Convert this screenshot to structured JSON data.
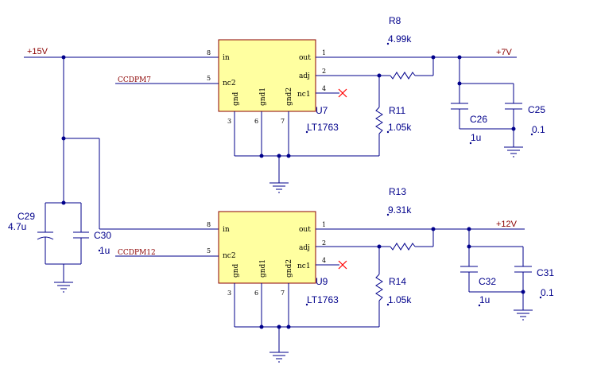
{
  "nets": {
    "v15": "+15V",
    "v7": "+7V",
    "v12": "+12V",
    "ccdpm7": "CCDPM7",
    "ccdpm12": "CCDPM12"
  },
  "regulators": [
    {
      "ref": "U7",
      "part": "LT1763",
      "pins": {
        "in": "in",
        "nc2": "nc2",
        "gnd": "gnd",
        "gnd1": "gnd1",
        "gnd2": "gnd2",
        "out": "out",
        "adj": "adj",
        "nc1": "nc1"
      },
      "pin_numbers": {
        "in": "8",
        "nc2": "5",
        "gnd": "3",
        "gnd1": "6",
        "gnd2": "7",
        "out": "1",
        "adj": "2",
        "nc1": "4"
      }
    },
    {
      "ref": "U9",
      "part": "LT1763",
      "pins": {
        "in": "in",
        "nc2": "nc2",
        "gnd": "gnd",
        "gnd1": "gnd1",
        "gnd2": "gnd2",
        "out": "out",
        "adj": "adj",
        "nc1": "nc1"
      },
      "pin_numbers": {
        "in": "8",
        "nc2": "5",
        "gnd": "3",
        "gnd1": "6",
        "gnd2": "7",
        "out": "1",
        "adj": "2",
        "nc1": "4"
      }
    }
  ],
  "components": {
    "R8": {
      "ref": "R8",
      "value": "4.99k"
    },
    "R11": {
      "ref": "R11",
      "value": "1.05k"
    },
    "R13": {
      "ref": "R13",
      "value": "9.31k"
    },
    "R14": {
      "ref": "R14",
      "value": "1.05k"
    },
    "C25": {
      "ref": "C25",
      "value": "0.1"
    },
    "C26": {
      "ref": "C26",
      "value": "1u"
    },
    "C29": {
      "ref": "C29",
      "value": "4.7u"
    },
    "C30": {
      "ref": "C30",
      "value": "1u"
    },
    "C31": {
      "ref": "C31",
      "value": "0.1"
    },
    "C32": {
      "ref": "C32",
      "value": "1u"
    }
  },
  "colors": {
    "wire": "#00008b",
    "chip_fill": "#ffffa0",
    "chip_border": "#8b0000",
    "net_label": "#8b0000",
    "no_connect": "#ff0000"
  }
}
